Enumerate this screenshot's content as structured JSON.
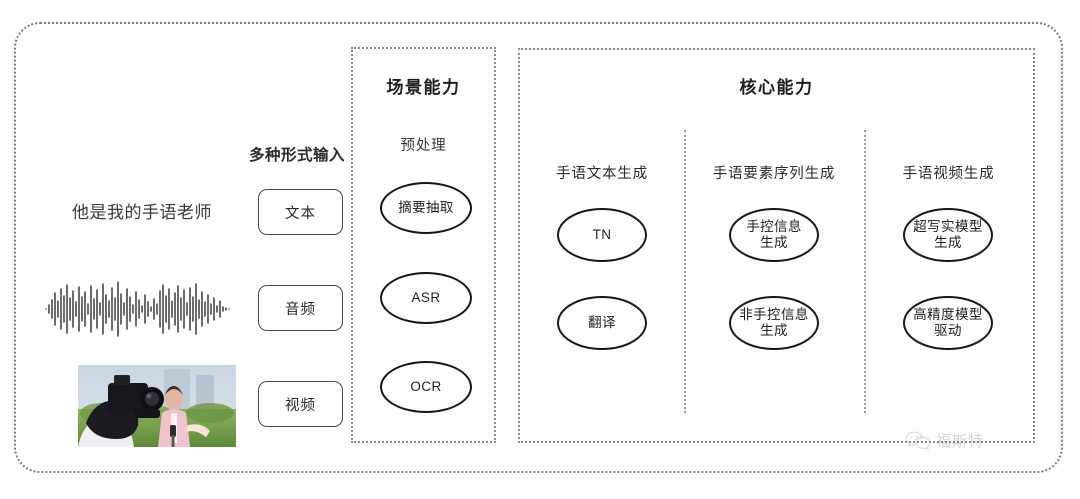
{
  "diagram": {
    "input_section": {
      "title": "多种形式输入",
      "sample_text": "他是我的手语老师",
      "chips": [
        {
          "label": "文本",
          "icon": "text-sample-icon"
        },
        {
          "label": "音频",
          "icon": "waveform-icon"
        },
        {
          "label": "视频",
          "icon": "video-thumbnail-icon"
        }
      ]
    },
    "scene_panel": {
      "title": "场景能力",
      "subtitle": "预处理",
      "nodes": [
        "摘要抽取",
        "ASR",
        "OCR"
      ]
    },
    "core_panel": {
      "title": "核心能力",
      "columns": [
        {
          "title": "手语文本生成",
          "nodes": [
            "TN",
            "翻译"
          ]
        },
        {
          "title": "手语要素序列生成",
          "nodes": [
            "手控信息\n生成",
            "非手控信息\n生成"
          ]
        },
        {
          "title": "手语视频生成",
          "nodes": [
            "超写实模型\n生成",
            "高精度模型\n驱动"
          ]
        }
      ]
    },
    "watermark": {
      "text": "福斯特",
      "icon": "wechat-icon"
    },
    "colors": {
      "frame_border": "#7d7d7d",
      "panel_border": "#8a8a8a",
      "node_stroke": "#171717",
      "chip_border": "#4a4a4a",
      "text": "#2b2b2b"
    }
  }
}
